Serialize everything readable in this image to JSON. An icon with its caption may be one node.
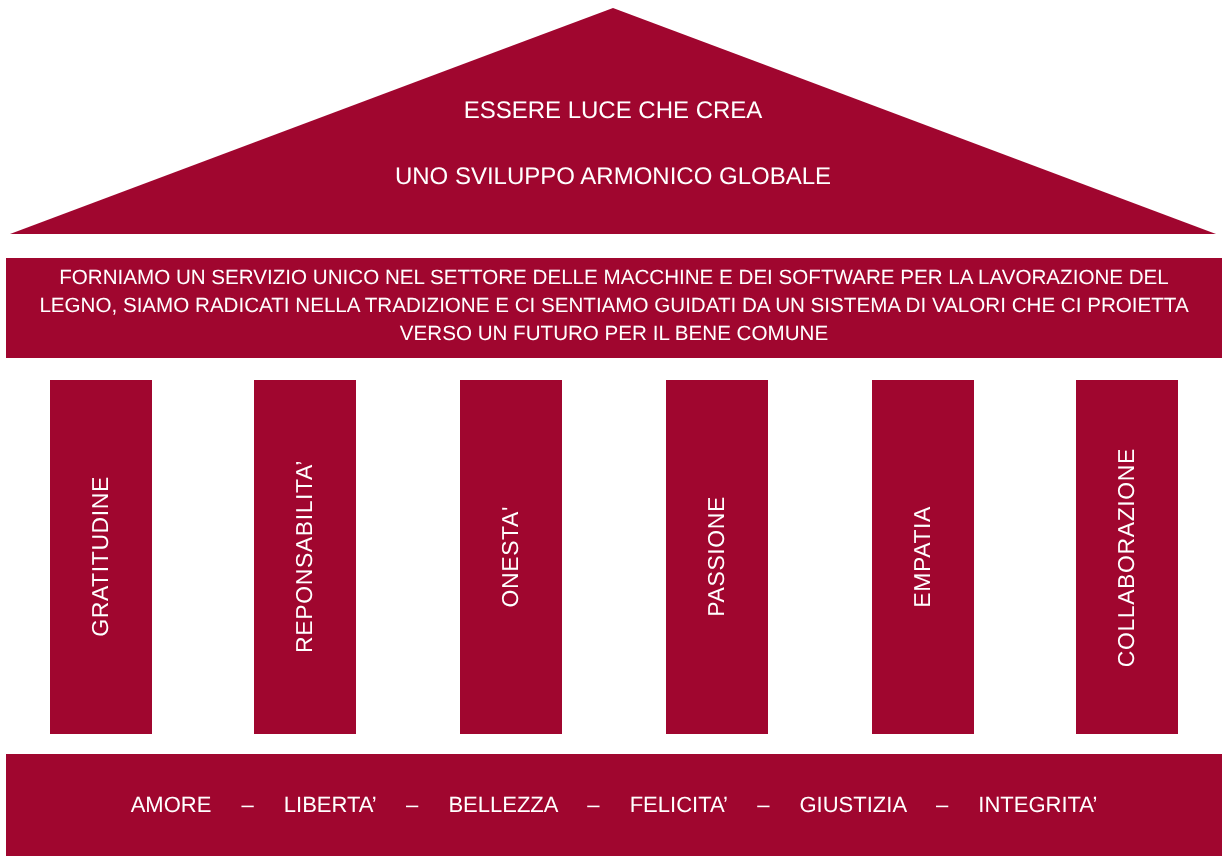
{
  "diagram": {
    "nodes": [
      {
        "text": [
          "ESSERE LUCE CHE CREA",
          "UNO SVILUPPO ARMONICO GLOBALE"
        ]
      },
      {
        "text": [
          "FORNIAMO UN SERVIZIO UNICO NEL SETTORE DELLE MACCHINE E DEI SOFTWARE PER LA LAVORAZIONE DEL LEGNO, SIAMO RADICATI NELLA TRADIZIONE E CI SENTIAMO GUIDATI DA UN SISTEMA DI VALORI CHE CI PROIETTA VERSO UN FUTURO PER IL BENE COMUNE"
        ]
      },
      {
        "text": [
          "GRATITUDINE"
        ]
      },
      {
        "text": [
          "REPONSABILITA’"
        ]
      },
      {
        "text": [
          "ONESTA'"
        ]
      },
      {
        "text": [
          "PASSIONE"
        ]
      },
      {
        "text": [
          "EMPATIA"
        ]
      },
      {
        "text": [
          "COLLABORAZIONE"
        ]
      },
      {
        "text": [
          "AMORE – LIBERTA’ – BELLEZZA – FELICITA’ – GIUSTIZIA – INTEGRITA’"
        ]
      }
    ]
  }
}
